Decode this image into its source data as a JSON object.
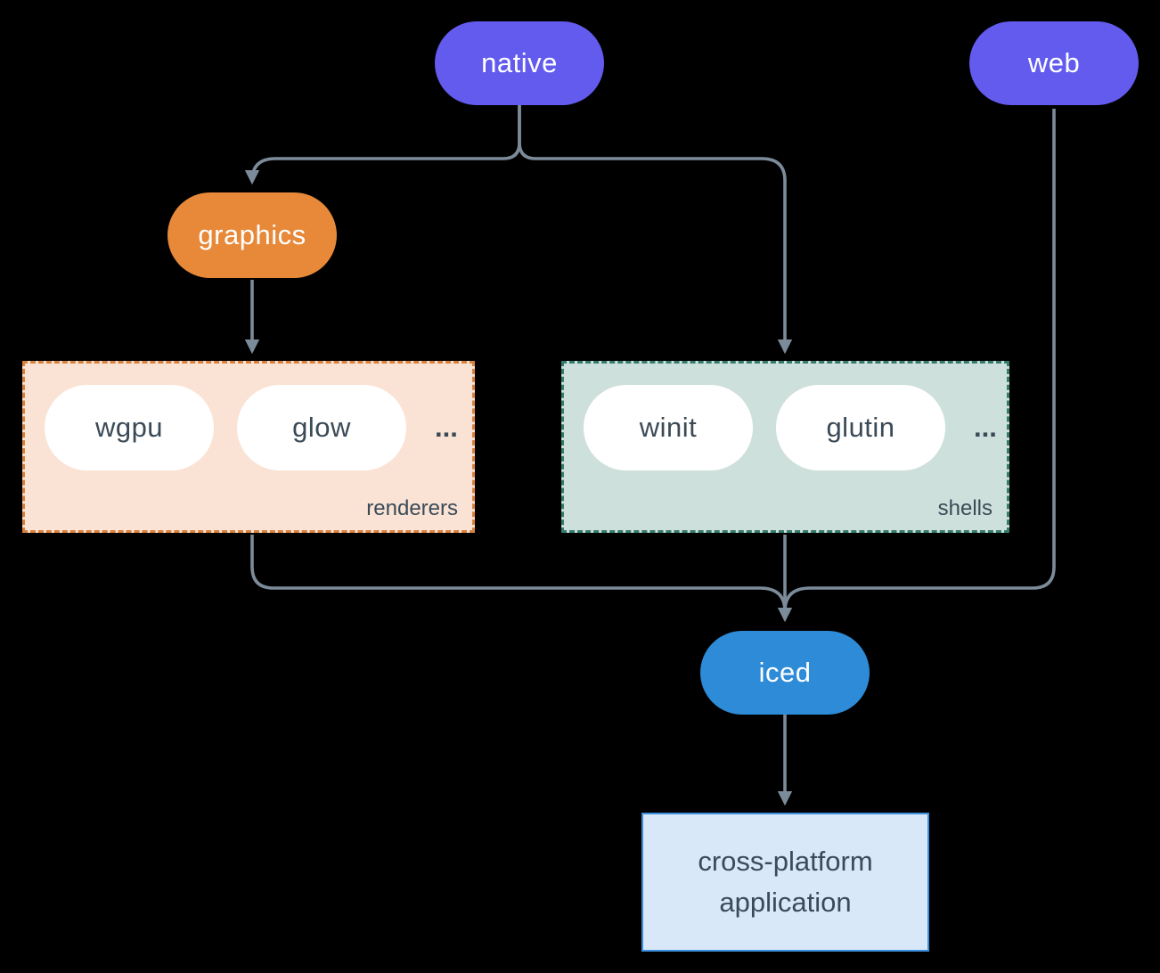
{
  "diagram": {
    "nodes": {
      "native": {
        "label": "native"
      },
      "web": {
        "label": "web"
      },
      "graphics": {
        "label": "graphics"
      },
      "wgpu": {
        "label": "wgpu"
      },
      "glow": {
        "label": "glow"
      },
      "winit": {
        "label": "winit"
      },
      "glutin": {
        "label": "glutin"
      },
      "iced": {
        "label": "iced"
      },
      "application": {
        "label": "cross-platform application"
      }
    },
    "groups": {
      "renderers": {
        "label": "renderers",
        "ellipsis": "..."
      },
      "shells": {
        "label": "shells",
        "ellipsis": "..."
      }
    },
    "edges": [
      {
        "from": "native",
        "to": "graphics"
      },
      {
        "from": "native",
        "to": "shells"
      },
      {
        "from": "graphics",
        "to": "renderers"
      },
      {
        "from": "renderers",
        "to": "iced"
      },
      {
        "from": "shells",
        "to": "iced"
      },
      {
        "from": "web",
        "to": "iced"
      },
      {
        "from": "iced",
        "to": "application"
      }
    ],
    "colors": {
      "background": "#000000",
      "node_purple": "#635bee",
      "node_orange": "#e8893a",
      "node_blue": "#2e8bd8",
      "pill_white": "#ffffff",
      "renderers_fill": "#fae3d4",
      "renderers_border": "#d8813c",
      "shells_fill": "#cee0db",
      "shells_border": "#337c6b",
      "app_fill": "#d8e8f8",
      "app_border": "#3c8fdd",
      "connector": "#7c8b9a",
      "text_light": "#ffffff",
      "text_dark": "#3a4a57"
    }
  }
}
